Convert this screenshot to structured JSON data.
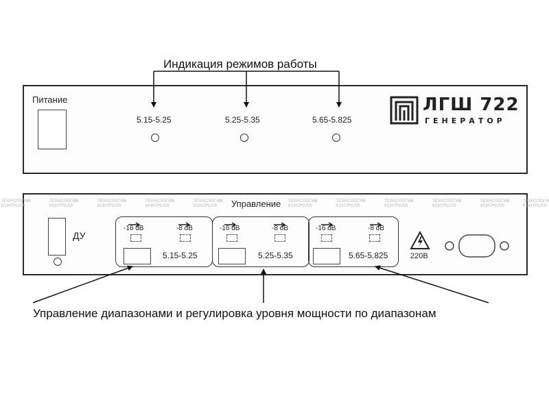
{
  "captions": {
    "top": "Индикация режимов работы",
    "bottom": "Управление диапазонами и регулировка уровня мощности по диапазонам"
  },
  "front_panel": {
    "power_label": "Питание",
    "ranges": [
      "5.15-5.25",
      "5.25-5.35",
      "5.65-5.825"
    ],
    "logo": {
      "name": "ЛГШ 722",
      "subtitle": "ГЕНЕРАТОР"
    }
  },
  "rear_panel": {
    "remote_label": "ДУ",
    "control_label": "Управление",
    "groups": [
      {
        "range": "5.15-5.25",
        "att1": "-16 dB",
        "att2": "-8 dB"
      },
      {
        "range": "5.25-5.35",
        "att1": "-16 dB",
        "att2": "-8 dB"
      },
      {
        "range": "5.65-5.825",
        "att1": "-16 dB",
        "att2": "-8 dB"
      }
    ],
    "voltage_label": "220В"
  },
  "watermark": {
    "line1": "ТЕХНОЛОГИИ",
    "line2": "КОНТРОЛЯ"
  },
  "colors": {
    "line": "#2a2a2a",
    "watermark": "#b8b8b8"
  }
}
